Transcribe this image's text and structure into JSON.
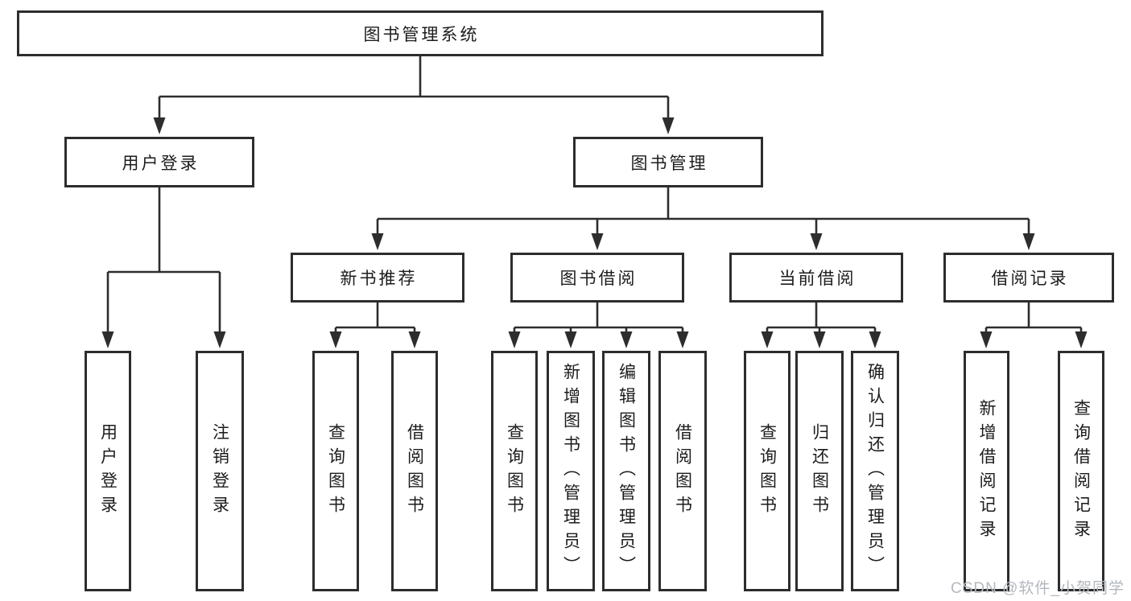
{
  "root": {
    "label": "图书管理系统"
  },
  "branches": {
    "user_login": {
      "label": "用户登录",
      "leaves": [
        "用户登录",
        "注销登录"
      ]
    },
    "book_mgmt": {
      "label": "图书管理",
      "sections": [
        {
          "label": "新书推荐",
          "leaves": [
            "查询图书",
            "借阅图书"
          ]
        },
        {
          "label": "图书借阅",
          "leaves": [
            "查询图书",
            "新增图书（管理员）",
            "编辑图书（管理员）",
            "借阅图书"
          ]
        },
        {
          "label": "当前借阅",
          "leaves": [
            "查询图书",
            "归还图书",
            "确认归还（管理员）"
          ]
        },
        {
          "label": "借阅记录",
          "leaves": [
            "新增借阅记录",
            "查询借阅记录"
          ]
        }
      ]
    }
  },
  "watermark": "CSDN @软件_小贺同学",
  "colors": {
    "line": "#2d2d2d",
    "box_border": "#2d2d2d",
    "box_fill": "#ffffff",
    "text": "#1c1c1c",
    "watermark": "#b3b8be"
  }
}
